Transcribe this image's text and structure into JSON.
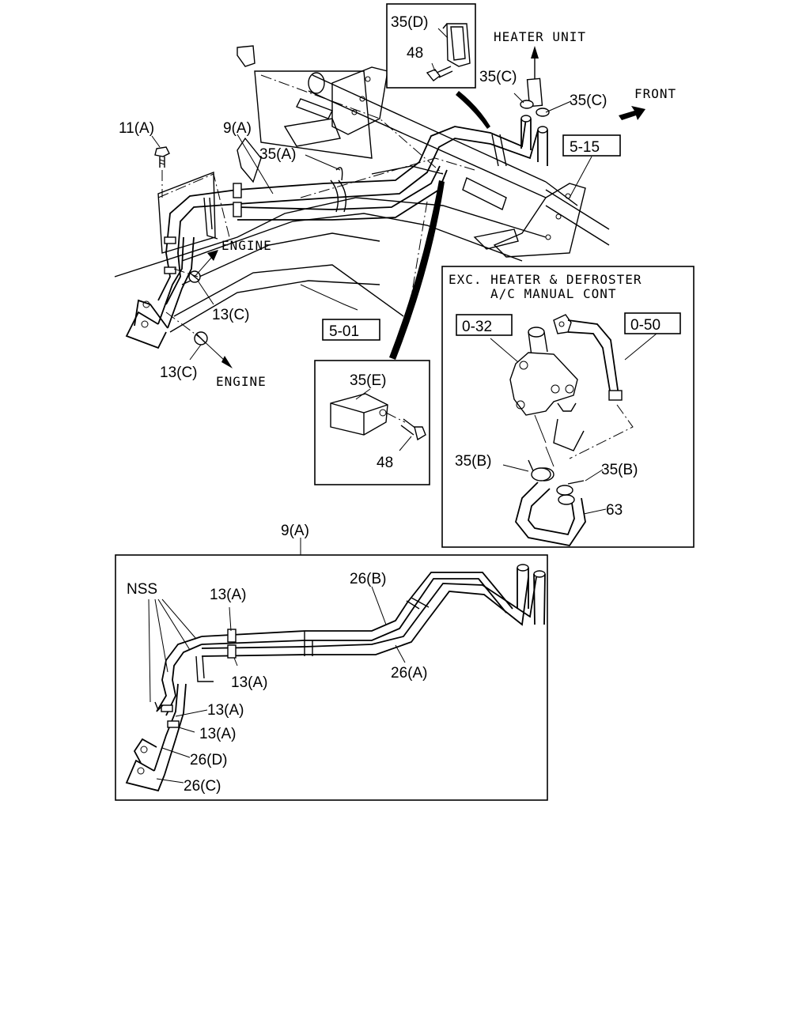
{
  "callouts": {
    "c_35D": "35(D)",
    "c_48_top": "48",
    "c_heater_unit": "HEATER UNIT",
    "c_35C_a": "35(C)",
    "c_35C_b": "35(C)",
    "c_front": "FRONT",
    "c_5_15": "5-15",
    "c_11A": "11(A)",
    "c_9A_top": "9(A)",
    "c_35A": "35(A)",
    "c_engine_a": "ENGINE",
    "c_13C_a": "13(C)",
    "c_13C_b": "13(C)",
    "c_engine_b": "ENGINE",
    "c_5_01": "5-01",
    "c_35E": "35(E)",
    "c_48_box": "48",
    "inset_title_1": "EXC. HEATER & DEFROSTER",
    "inset_title_2": "A/C MANUAL CONT",
    "c_0_32": "0-32",
    "c_0_50": "0-50",
    "c_35B_a": "35(B)",
    "c_35B_b": "35(B)",
    "c_63": "63",
    "c_9A_bottom": "9(A)",
    "c_NSS": "NSS",
    "c_13A_a": "13(A)",
    "c_26B": "26(B)",
    "c_13A_b": "13(A)",
    "c_26A": "26(A)",
    "c_13A_c": "13(A)",
    "c_13A_d": "13(A)",
    "c_26D": "26(D)",
    "c_26C": "26(C)"
  },
  "icons": {
    "front_arrow": "arrow-right-icon",
    "heater_arrow": "arrow-up-icon"
  }
}
